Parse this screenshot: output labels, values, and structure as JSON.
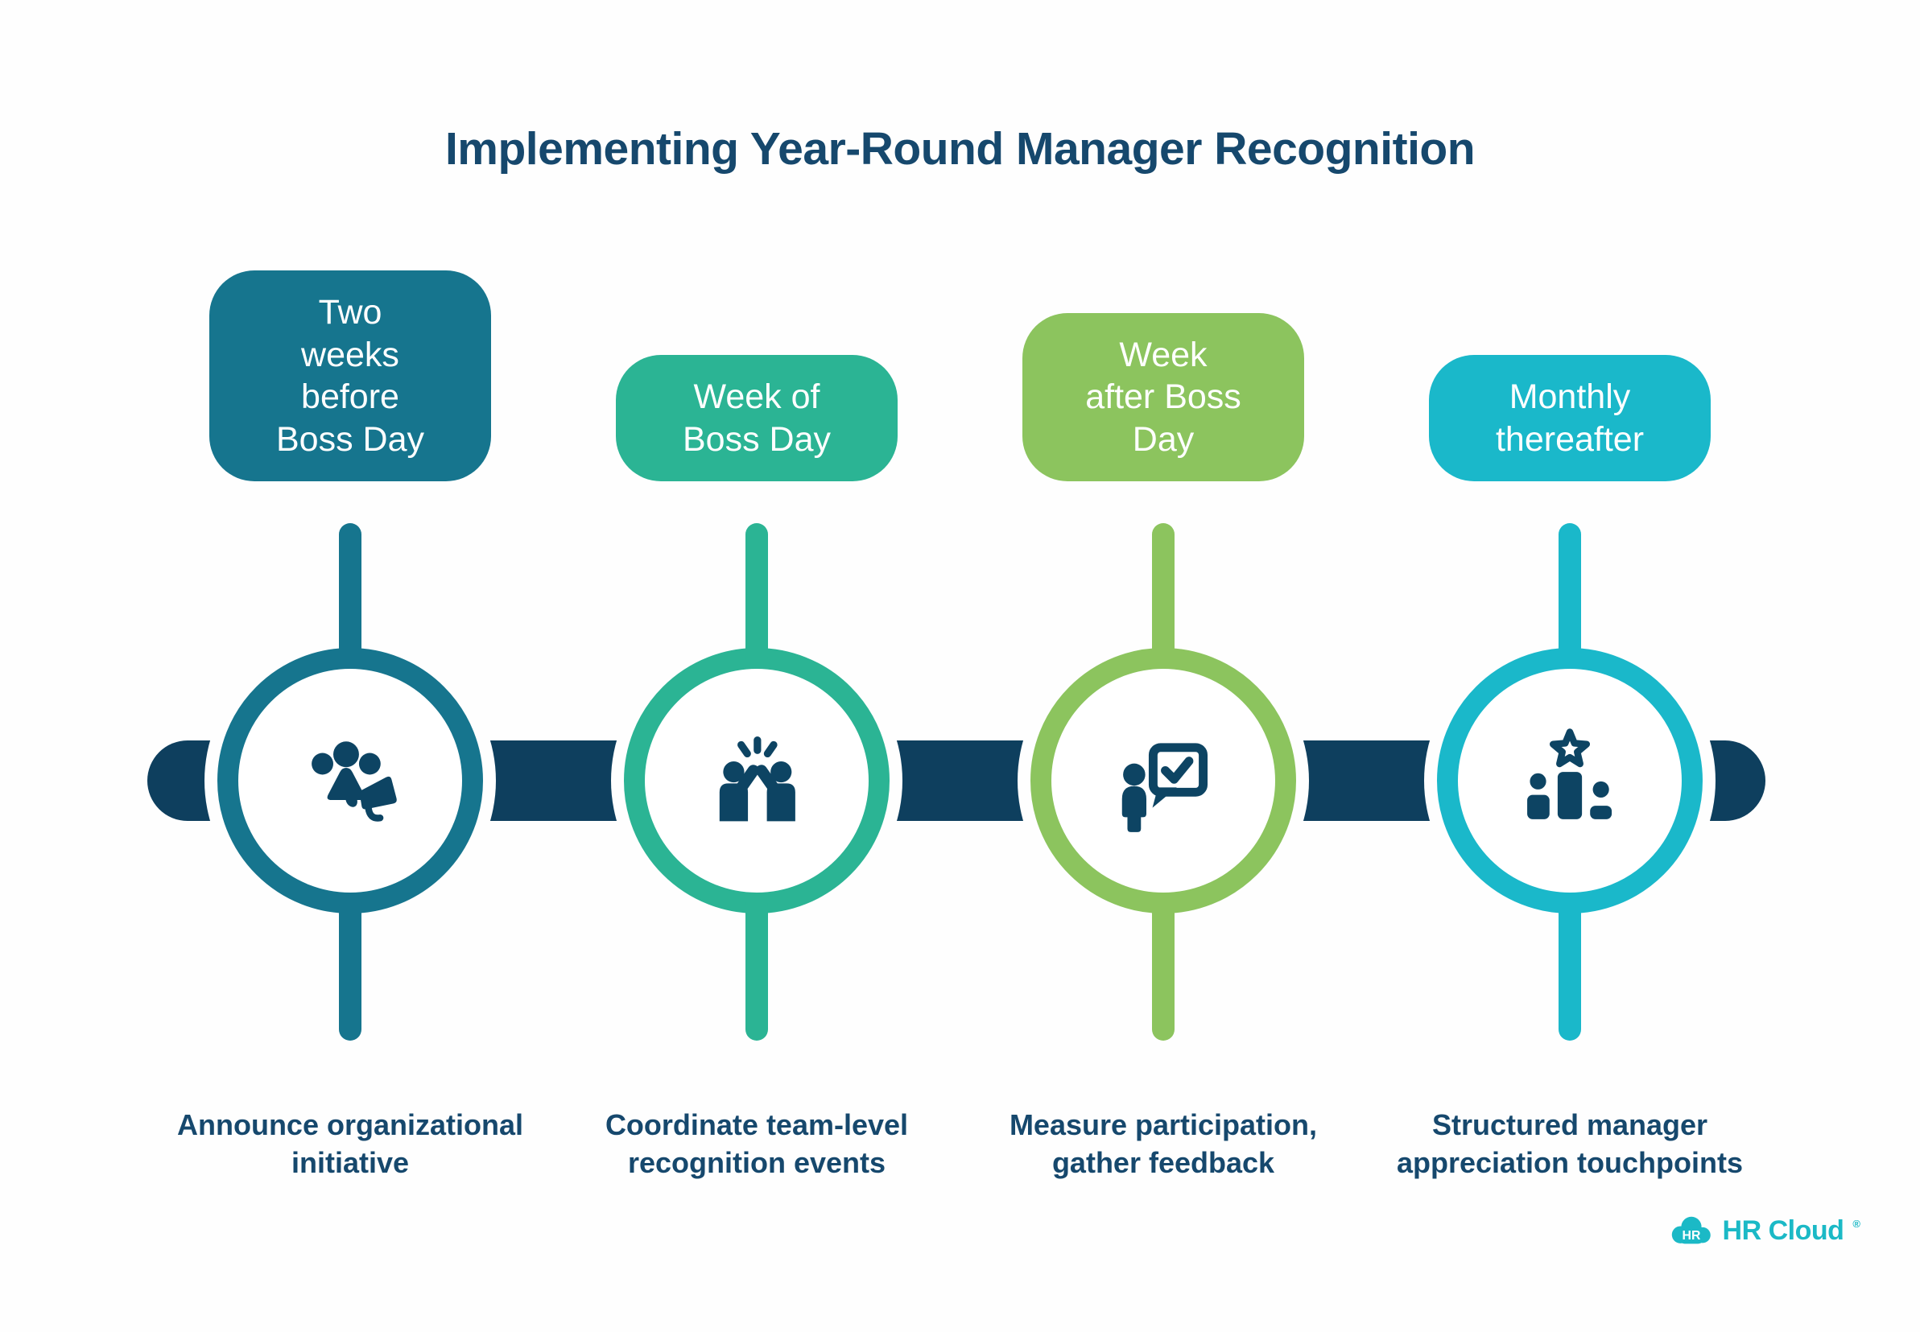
{
  "title": "Implementing Year-Round Manager Recognition",
  "text_color": "#16486d",
  "icon_color": "#0d4463",
  "timeline": {
    "bar_color": "#0e3f5e"
  },
  "stages": [
    {
      "badge": "Two\nweeks\nbefore\nBoss Day",
      "description": "Announce organizational\ninitiative",
      "icon": "announcement-megaphone-icon",
      "color": "#16758e"
    },
    {
      "badge": "Week of\nBoss Day",
      "description": "Coordinate team-level\nrecognition events",
      "icon": "high-five-icon",
      "color": "#2bb494"
    },
    {
      "badge": "Week\nafter Boss\nDay",
      "description": "Measure participation,\ngather feedback",
      "icon": "feedback-checkmark-icon",
      "color": "#8cc45e"
    },
    {
      "badge": "Monthly\nthereafter",
      "description": "Structured manager\nappreciation touchpoints",
      "icon": "podium-star-icon",
      "color": "#1ab8ca"
    }
  ],
  "footer": {
    "badge": "HR",
    "brand": "HR Cloud",
    "mark": "®",
    "color": "#1bb9c6"
  }
}
